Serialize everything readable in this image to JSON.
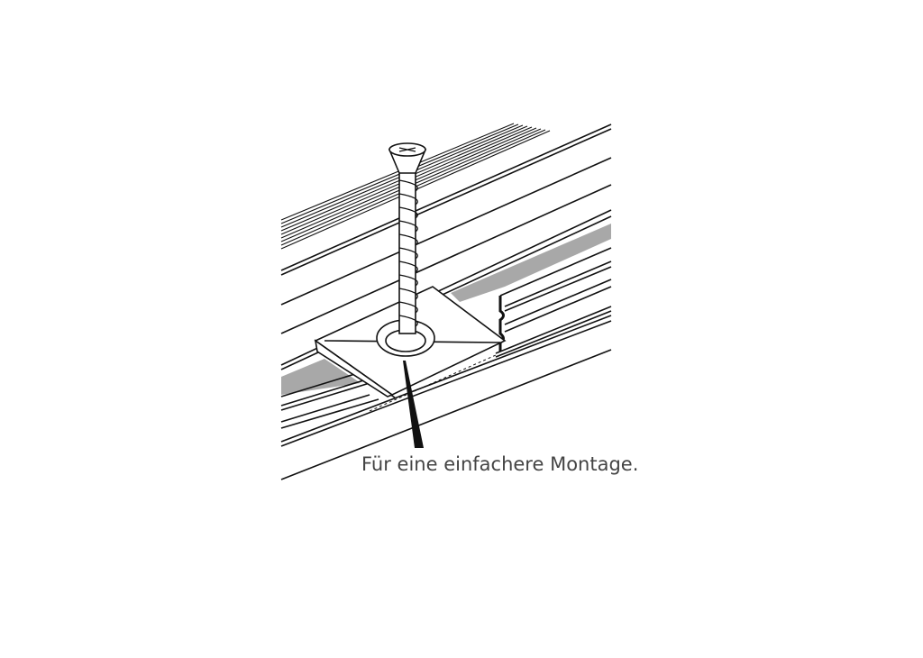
{
  "illustration": {
    "subject": "decking clip fastened with countersunk screw between deck board profiles",
    "parts": [
      "screw",
      "screw-head",
      "mounting-clip",
      "deck-board-grooved",
      "deck-board-profile",
      "pointer-line"
    ],
    "colors": {
      "line": "#111111",
      "shade": "#a8a8a8",
      "background": "#ffffff",
      "caption": "#444444"
    }
  },
  "caption": {
    "text": "Für eine einfachere Montage."
  }
}
